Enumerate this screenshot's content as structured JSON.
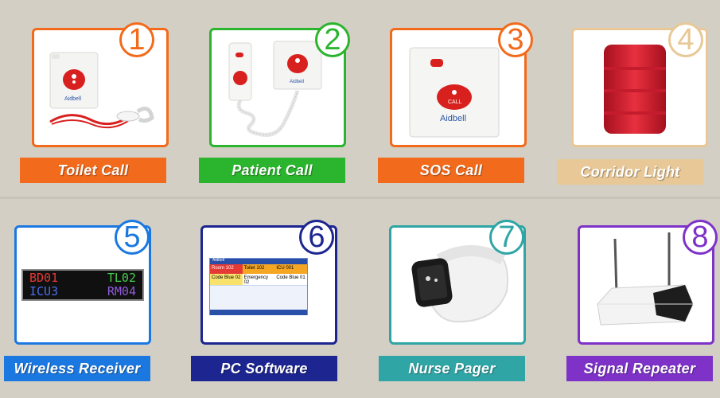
{
  "products": [
    {
      "number": "1",
      "label": "Toilet Call",
      "color": "#f26a1b",
      "brand": "Aidbell",
      "button_text": ""
    },
    {
      "number": "2",
      "label": "Patient Call",
      "color": "#2bb52e",
      "brand": "Aidbell",
      "button_text": ""
    },
    {
      "number": "3",
      "label": "SOS Call",
      "color": "#f26a1b",
      "brand": "Aidbell",
      "button_text": "CALL"
    },
    {
      "number": "4",
      "label": "Corridor Light",
      "color": "#e8c896",
      "brand": "",
      "button_text": ""
    },
    {
      "number": "5",
      "label": "Wireless Receiver",
      "color": "#1b78e0",
      "display_lines": [
        [
          "BD01",
          "TL02"
        ],
        [
          "ICU3",
          "RM04"
        ]
      ]
    },
    {
      "number": "6",
      "label": "PC Software",
      "color": "#1c2590",
      "brand": "Aidbell",
      "software_cells": [
        [
          "Room 102",
          "Toilet 102",
          "ICU 001"
        ],
        [
          "Code Blue 02",
          "Emergency 02",
          "Code Blue 01"
        ]
      ]
    },
    {
      "number": "7",
      "label": "Nurse Pager",
      "color": "#2fa5a5",
      "brand": "",
      "button_text": ""
    },
    {
      "number": "8",
      "label": "Signal Repeater",
      "color": "#7e32c8",
      "brand": "",
      "button_text": ""
    }
  ]
}
